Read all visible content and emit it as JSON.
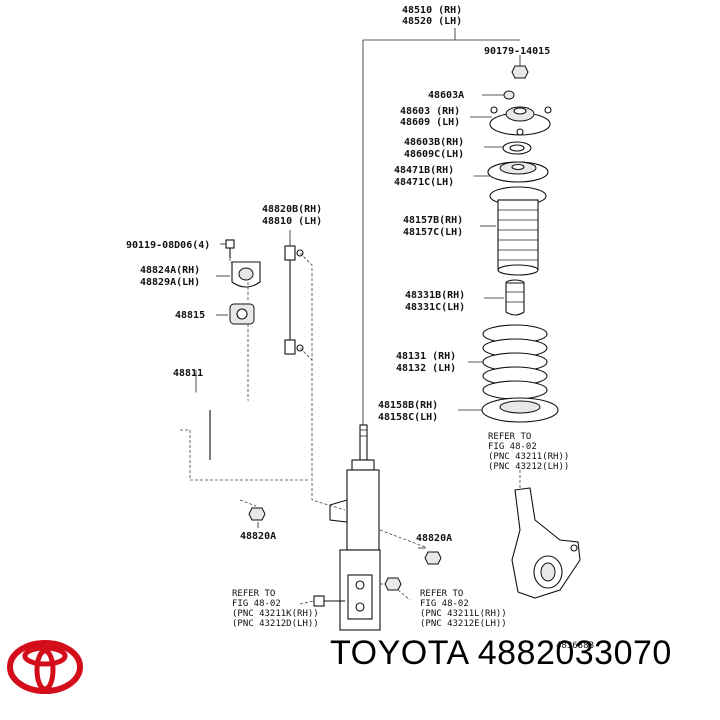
{
  "labels": {
    "l48510": "48510 (RH)",
    "l48520": "48520 (LH)",
    "l90179": "90179-14015",
    "l48603A": "48603A",
    "l48603": "48603 (RH)",
    "l48609": "48609 (LH)",
    "l48603B": "48603B(RH)",
    "l48609C": "48609C(LH)",
    "l48471B": "48471B(RH)",
    "l48471C": "48471C(LH)",
    "l48157B": "48157B(RH)",
    "l48157C": "48157C(LH)",
    "l48820B": "48820B(RH)",
    "l48810": "48810 (LH)",
    "l90119": "90119-08D06(4)",
    "l48824A": "48824A(RH)",
    "l48829A": "48829A(LH)",
    "l48815": "48815",
    "l48331B": "48331B(RH)",
    "l48331C": "48331C(LH)",
    "l48131": "48131 (RH)",
    "l48132": "48132 (LH)",
    "l48811": "48811",
    "l48158B": "48158B(RH)",
    "l48158C": "48158C(LH)",
    "refR1": "REFER TO",
    "refR2": "FIG 48-02",
    "refR3": "(PNC  43211(RH))",
    "refR4": "(PNC  43212(LH))",
    "l48820A_l": "48820A",
    "l48820A_r": "48820A",
    "refL1": "REFER TO",
    "refL2": "FIG 48-02",
    "refL3": "(PNC  43211K(RH))",
    "refL4": "(PNC  43212D(LH))",
    "refM1": "REFER TO",
    "refM2": "FIG 48-02",
    "refM3": "(PNC  43211L(RH))",
    "refM4": "(PNC  43212E(LH))",
    "figno": "483688B"
  },
  "brand_text": "TOYOTA 4882033070",
  "colors": {
    "logo": "#d40d1a",
    "ink": "#111111"
  },
  "icons": {
    "logo": "toyota-logo-icon"
  }
}
